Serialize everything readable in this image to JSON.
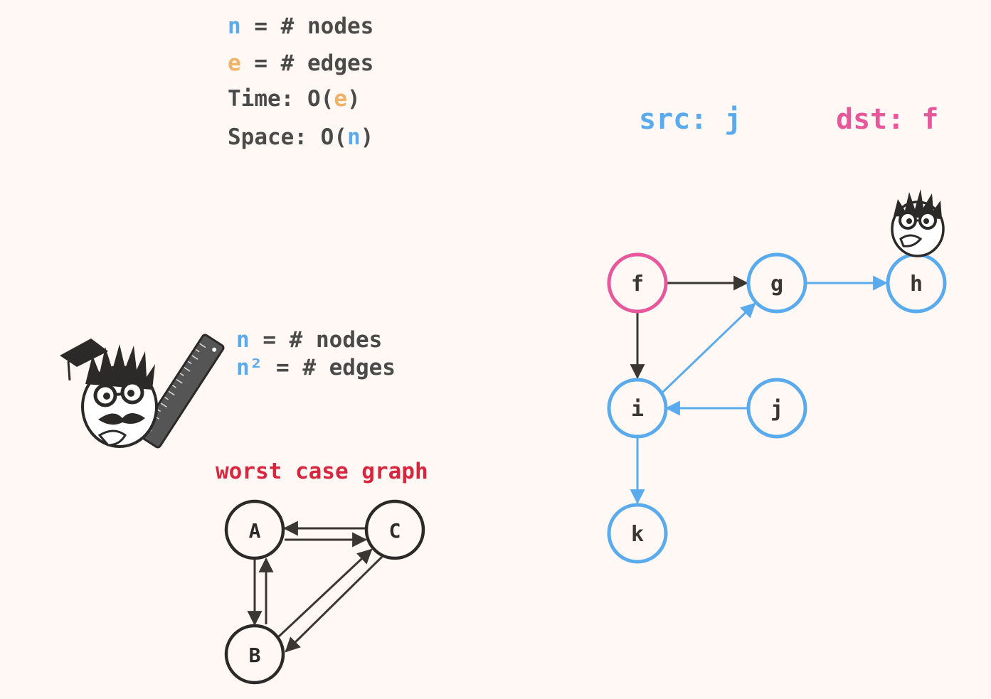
{
  "complexity": {
    "line1": {
      "var": "n",
      "rest": " = # nodes"
    },
    "line2": {
      "var": "e",
      "rest": " = # edges"
    },
    "time": {
      "prefix": "Time: O(",
      "var": "e",
      "suffix": ")"
    },
    "space": {
      "prefix": "Space: O(",
      "var": "n",
      "suffix": ")"
    }
  },
  "worst_case_note": {
    "line1": {
      "var": "n",
      "rest": " = # nodes"
    },
    "line2": {
      "var": "n²",
      "rest": " = # edges"
    }
  },
  "worst_case": {
    "title": "worst case graph",
    "nodes": [
      "A",
      "B",
      "C"
    ]
  },
  "query": {
    "src_label": "src:",
    "src_value": "j",
    "dst_label": "dst:",
    "dst_value": "f"
  },
  "graph": {
    "nodes": [
      "f",
      "g",
      "h",
      "i",
      "j",
      "k"
    ]
  },
  "colors": {
    "blue": "#5aabee",
    "pink": "#e8579c",
    "orange": "#f2b266",
    "red": "#d7263d",
    "dark": "#3a3631",
    "background": "#fff8f4"
  }
}
